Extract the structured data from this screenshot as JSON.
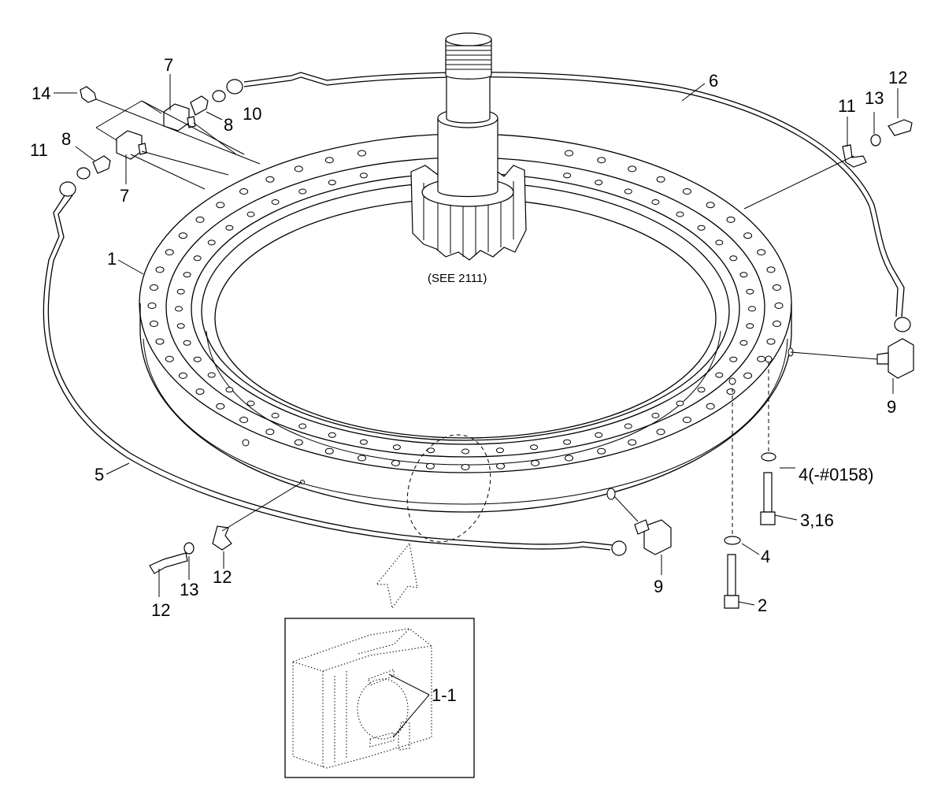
{
  "diagram": {
    "reference_note": "(SEE 2111)",
    "callouts": [
      {
        "id": "c1",
        "text": "1"
      },
      {
        "id": "c2",
        "text": "2"
      },
      {
        "id": "c3",
        "text": "3,16"
      },
      {
        "id": "c4a",
        "text": "4"
      },
      {
        "id": "c4b",
        "text": "4(-#0158)"
      },
      {
        "id": "c5",
        "text": "5"
      },
      {
        "id": "c6",
        "text": "6"
      },
      {
        "id": "c7a",
        "text": "7"
      },
      {
        "id": "c7b",
        "text": "7"
      },
      {
        "id": "c8a",
        "text": "8"
      },
      {
        "id": "c8b",
        "text": "8"
      },
      {
        "id": "c9a",
        "text": "9"
      },
      {
        "id": "c9b",
        "text": "9"
      },
      {
        "id": "c10a",
        "text": "10"
      },
      {
        "id": "c10b",
        "text": "10"
      },
      {
        "id": "c11a",
        "text": "11"
      },
      {
        "id": "c11b",
        "text": "11"
      },
      {
        "id": "c12a",
        "text": "12"
      },
      {
        "id": "c12b",
        "text": "12"
      },
      {
        "id": "c13a",
        "text": "13"
      },
      {
        "id": "c13b",
        "text": "13"
      },
      {
        "id": "c14",
        "text": "14"
      }
    ],
    "detail": {
      "callout": "1-1"
    }
  }
}
